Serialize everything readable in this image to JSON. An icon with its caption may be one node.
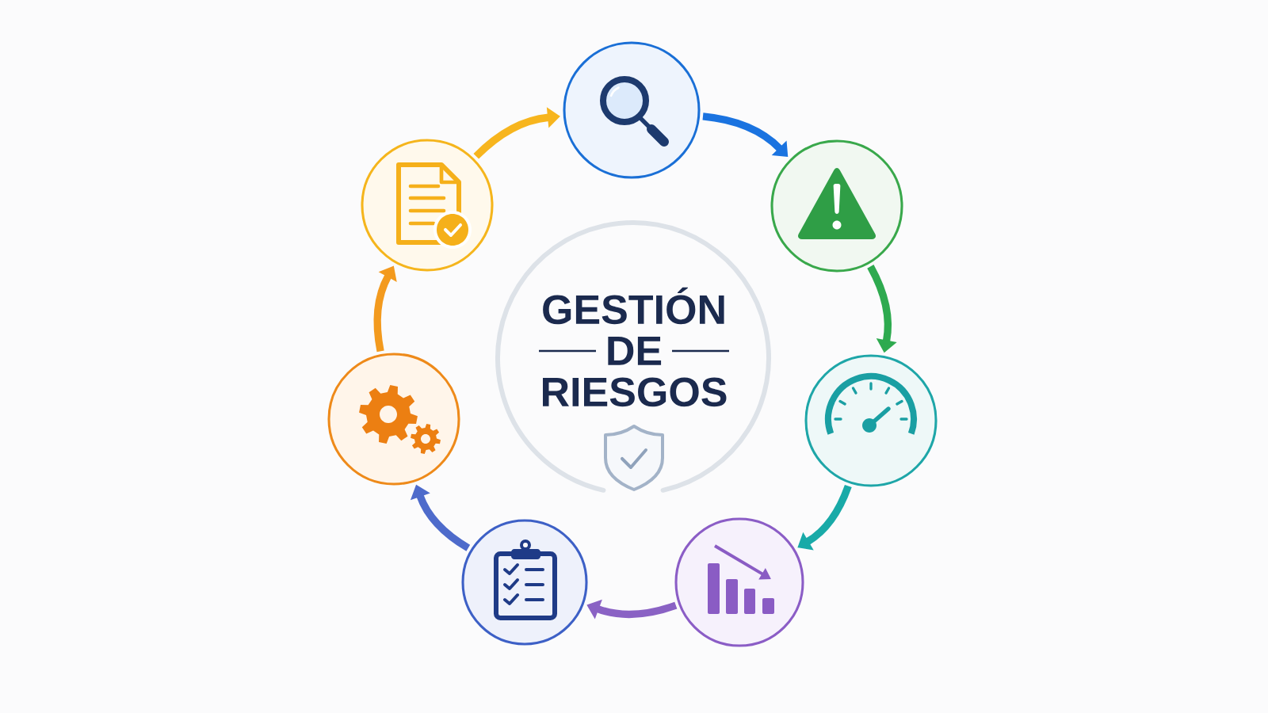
{
  "diagram": {
    "nodes": [
      {
        "text": [
          "GESTIÓN DE RIESGOS"
        ]
      },
      {
        "text": [],
        "shape": "circle"
      },
      {
        "text": [],
        "shape": "circle"
      },
      {
        "text": [],
        "shape": "circle"
      },
      {
        "text": [],
        "shape": "circle"
      },
      {
        "text": [],
        "shape": "circle"
      },
      {
        "text": [],
        "shape": "circle"
      },
      {
        "text": [],
        "shape": "circle"
      }
    ],
    "edges": [
      {
        "from": 1,
        "to": 2,
        "arrow": "to",
        "color": "#1a73e0"
      },
      {
        "from": 2,
        "to": 3,
        "arrow": "to",
        "color": "#2eaa4f"
      },
      {
        "from": 3,
        "to": 4,
        "arrow": "to",
        "color": "#19aaa8"
      },
      {
        "from": 4,
        "to": 5,
        "arrow": "to",
        "color": "#8a62c4"
      },
      {
        "from": 5,
        "to": 6,
        "arrow": "to",
        "color": "#4e6bcb"
      },
      {
        "from": 6,
        "to": 7,
        "arrow": "to",
        "color": "#f39a1e"
      },
      {
        "from": 7,
        "to": 1,
        "arrow": "to",
        "color": "#f7b51e"
      }
    ]
  }
}
